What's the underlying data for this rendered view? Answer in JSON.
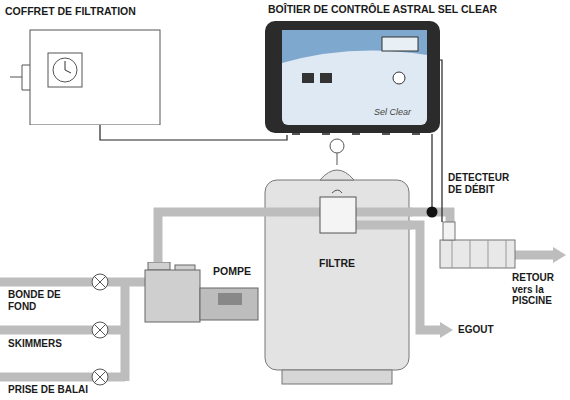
{
  "diagram": {
    "nodes": [
      {
        "text": [
          "COFFRET DE FILTRATION"
        ]
      },
      {
        "text": [
          "BOÎTIER DE CONTRÔLE ASTRAL SEL CLEAR",
          "Sel Clear"
        ]
      },
      {
        "text": [
          "POMPE"
        ]
      },
      {
        "text": [
          "FILTRE"
        ]
      }
    ],
    "edges": [
      {
        "from": 0,
        "to": 1,
        "arrow": "none"
      },
      {
        "from": 2,
        "to": 3,
        "arrow": "none"
      }
    ],
    "labels": [
      "DETECTEUR DE DÉBIT",
      "BONDE DE FOND",
      "SKIMMERS",
      "PRISE DE BALAI",
      "EGOUT",
      "RETOUR vers la PISCINE"
    ]
  }
}
